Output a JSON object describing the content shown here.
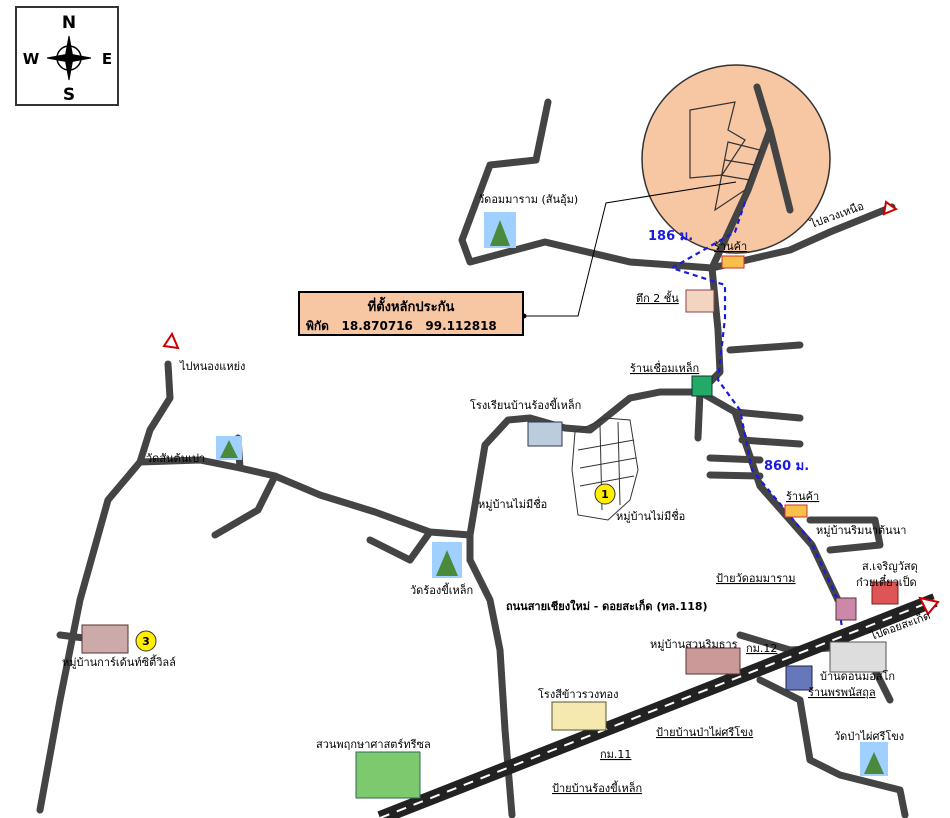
{
  "compass": {
    "n": "N",
    "s": "S",
    "e": "E",
    "w": "W"
  },
  "info_box": {
    "title": "ที่ตั้งหลักประกัน",
    "coord_label": "พิกัด",
    "lat": "18.870716",
    "lng": "99.112818"
  },
  "distances": {
    "short": "186 ม.",
    "long": "860 ม."
  },
  "places": {
    "wat_amara": "วัดอมมาราม (สันอุ้ม)",
    "to_north": "ไปลวงเหนือ",
    "shop1": "ร้านค้า",
    "building2": "ตึก 2 ชั้น",
    "weld_shop": "ร้านเชื่อมเหล็ก",
    "to_nong": "ไปหนองแหย่ง",
    "school": "โรงเรียนบ้านร้องขี้เหล็ก",
    "wat_sanklang": "วัดสันต้นเปา",
    "village_noname1": "หมู่บ้านไม่มีชื่อ",
    "village_noname2": "หมู่บ้านไม่มีชื่อ",
    "wat_rong": "วัดร้องขี้เหล็ก",
    "shop2": "ร้านค้า",
    "village_ruam": "หมู่บ้านริมนาต้นนา",
    "s_charoen": "ส.เจริญวัสดุ",
    "noodle": "ก๋วยเตี๋ยวเป็ด",
    "bus_stop_wat": "ป้ายวัดอมมาราม",
    "road_name": "ถนนสายเชียงใหม่ - ดอยสะเก็ด (ทล.118)",
    "to_doi": "ไปดอยสะเก็ด",
    "village_garden": "หมู่บ้านการ์เด้นท์ซิตี้วิลล์",
    "village_suan": "หมู่บ้านสวนริมธาร",
    "km12": "กม.12",
    "ban_don": "บ้านดอนมอสโก",
    "police": "ร้านพรพนัสถุล",
    "rice_mill": "โรงสีข้าวรวงทอง",
    "bus_stop_pa": "ป้ายบ้านป่าไผ่ศรีโขง",
    "km11": "กม.11",
    "wat_pa": "วัดป่าไผ่ศรีโขง",
    "park": "สวนพฤกษาศาสตร์ทรีซล",
    "bus_stop_rong": "ป้ายบ้านร้องขี้เหล็ก"
  },
  "markers": {
    "m1": "1",
    "m3": "3"
  },
  "colors": {
    "road": "#444444",
    "highlight": "#f7c6a3",
    "route": "#1a1ae0",
    "marker": "#ffee00"
  }
}
